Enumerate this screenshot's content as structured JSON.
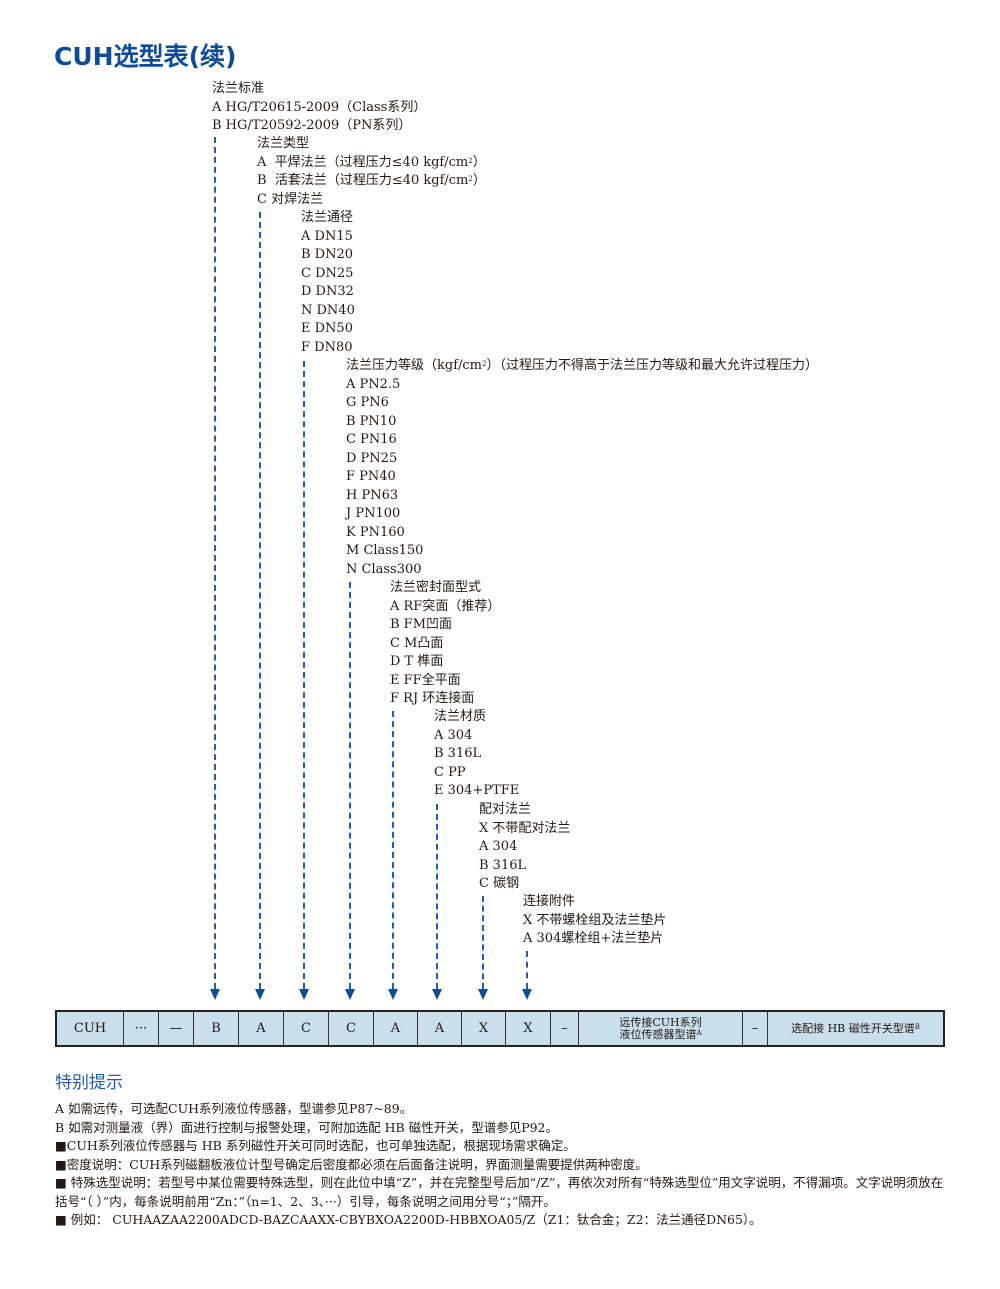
{
  "title": "CUH选型表(续)",
  "groups": [
    {
      "heading": "法兰标准",
      "options": [
        "A  HG/T20615-2009（Class系列）",
        "B  HG/T20592-2009（PN系列）"
      ]
    },
    {
      "heading": "法兰类型",
      "options": [
        "A  平焊法兰（过程压力≤40 kgf/cm²）",
        "B  活套法兰（过程压力≤40 kgf/cm²）",
        "C  对焊法兰"
      ]
    },
    {
      "heading": "法兰通径",
      "options": [
        "A  DN15",
        "B  DN20",
        "C  DN25",
        "D  DN32",
        "N  DN40",
        "E  DN50",
        "F  DN80"
      ]
    },
    {
      "heading": "法兰压力等级（kgf/cm²）（过程压力不得高于法兰压力等级和最大允许过程压力）",
      "options": [
        "A  PN2.5",
        "G  PN6",
        "B  PN10",
        "C  PN16",
        "D  PN25",
        "F  PN40",
        "H PN63",
        "J  PN100",
        "K PN160",
        "M Class150",
        "N Class300"
      ]
    },
    {
      "heading": "法兰密封面型式",
      "options": [
        "A  RF突面（推荐）",
        "B  FM凹面",
        "C  M凸面",
        "D  T 榫面",
        "E  FF全平面",
        "F  RJ 环连接面"
      ]
    },
    {
      "heading": "法兰材质",
      "options": [
        "A  304",
        "B  316L",
        "C  PP",
        "E  304+PTFE"
      ]
    },
    {
      "heading": "配对法兰",
      "options": [
        "X  不带配对法兰",
        "A  304",
        "B  316L",
        "C  碳钢"
      ]
    },
    {
      "heading": "连接附件",
      "options": [
        "X  不带螺栓组及法兰垫片",
        "A  304螺栓组+法兰垫片"
      ]
    }
  ],
  "code_bar": {
    "cells": [
      {
        "text": "CUH"
      },
      {
        "text": "···"
      },
      {
        "text": "—"
      },
      {
        "text": "B"
      },
      {
        "text": "A"
      },
      {
        "text": "C"
      },
      {
        "text": "C"
      },
      {
        "text": "A"
      },
      {
        "text": "A"
      },
      {
        "text": "X"
      },
      {
        "text": "X"
      },
      {
        "text": "–"
      },
      {
        "text": "远传接CUH系列",
        "text2": "液位传感器型谱",
        "sup": "A"
      },
      {
        "text": "–"
      },
      {
        "text": "选配接 HB 磁性开关型谱",
        "sup": "B"
      }
    ]
  },
  "notes": {
    "title": "特别提示",
    "items": [
      "A  如需远传，可选配CUH系列液位传感器，型谱参见P87~89。",
      "B  如需对测量液（界）面进行控制与报警处理，可附加选配 HB 磁性开关，型谱参见P92。",
      "■CUH系列液位传感器与 HB 系列磁性开关可同时选配，也可单独选配，根据现场需求确定。",
      "■密度说明：CUH系列磁翻板液位计型号确定后密度都必须在后面备注说明，界面测量需要提供两种密度。",
      "■ 特殊选型说明：若型号中某位需要特殊选型，则在此位中填“Z”，并在完整型号后加“/Z”，再依次对所有“特殊选型位”用文字说明，不得漏项。文字说明须放在括号“（ ）”内，每条说明前用“Zn：”（n=1、2、3、···）引导，每条说明之间用分号“；”隔开。",
      "■ 例如： CUHAAZAA2200ADCD-BAZCAAXX-CBYBXOA2200D-HBBXOA05/Z（Z1：钛合金；Z2：法兰通径DN65）。"
    ]
  },
  "colors": {
    "title": "#0f4c97",
    "arrow": "#1f5eab",
    "code_fill": "#c9dfec",
    "notes_title": "#1f5eab"
  }
}
